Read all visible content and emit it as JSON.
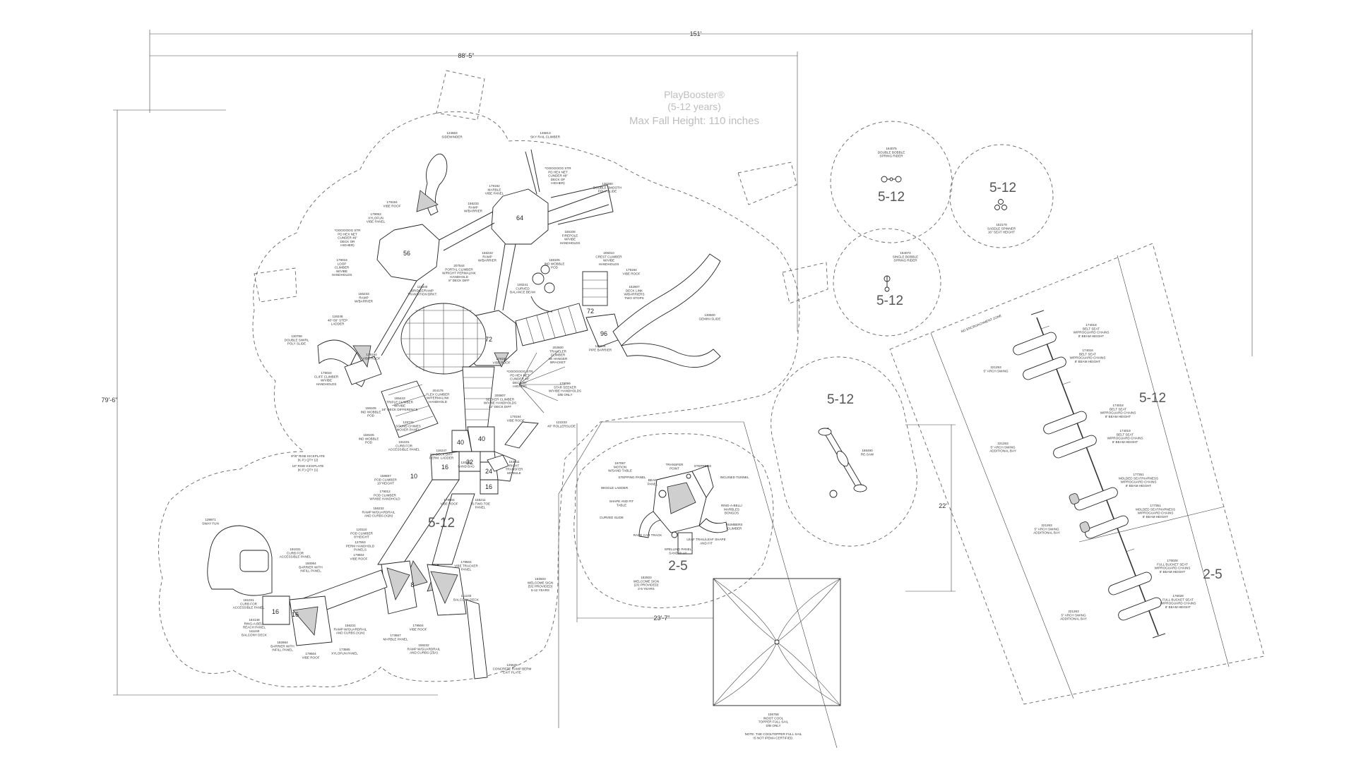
{
  "brand": {
    "name": "PlayBooster®",
    "ages": "(5-12 years)",
    "fall_height": "Max Fall Height: 110 inches"
  },
  "dimensions": {
    "overall_width": "151'",
    "structure_width": "88'-5\"",
    "overall_depth": "79'-6\"",
    "toddler_width": "23'-7\"",
    "swing_depth": "22'"
  },
  "age_zones": {
    "main": "5-12",
    "spring_double": "5-12",
    "spinner": "5-12",
    "spring_single": "5-12",
    "seesaw": "5-12",
    "toddler": "2-5",
    "swings_5_12": "5-12",
    "swings_2_5": "2-5"
  },
  "deck_heights": [
    "56",
    "64",
    "72",
    "72",
    "96",
    "40",
    "40",
    "32",
    "24",
    "16",
    "16",
    "10",
    "16",
    "8",
    "16"
  ],
  "components": {
    "sidewinder": "124663\nSIDEWINDER",
    "sky_rail": "146813\nSKY RAIL CLIMBER",
    "double_smooth_slide": "130380\nDOUBLE SMOOTH\nPOLY SLIDE",
    "vibe_panel": "179192\nMARBLE\nVIBE PANEL",
    "ramp_barrier": "156233\nRAMP\nW/BARRIER",
    "vibe_roof_a": "179194\nVIBE ROOF",
    "xylofun": "179053\nXYLOFUN\nVIBE PANEL",
    "loop_climber": "179018\nLOOP\nCLIMBER\nW/VIBE\nHANDHOLDS",
    "ramp_barrier_b": "156233\nRAMP\nW/BARRIER",
    "step_ladder": "119246\n48\"-56\" STEP\nLADDER",
    "double_swirl": "130768\nDOUBLE SWIRL\nPOLY SLIDE",
    "cliff_climber": "179024\nCLIFF CLIMBER\nW/VIBE\nHANDHOLDS",
    "triple_climber": "185443\nTRIPLE CLIMBER\nW/VIBE\n16\" DECK DIFFERENCE",
    "ind_wobble_pod": "158105\nIND WOBBLE\nPOD",
    "sound_chimes": "125731\nSOUND CHIMES\nMOVER PANEL",
    "curb_panel": "191031\nCURB FOR\nACCESSIBLE PANEL",
    "portal_climber": "207544\nPORTAL CLIMBER\nW/RIGHT PERMALINK\nHANDHOLD\n8\" DECK DIFF",
    "ramp_barrier_c": "156233\nRAMP\nW/BARRIER",
    "bridge_transition": "111340\nBRIDGE/RAMP\nTRANSITION BRKT.",
    "firepole": "165108\nFIREPOLE\nW/VIBE\nHANDHOLDS",
    "ind_wobble_pod_b": "158105\nIND WOBBLE\nPOD",
    "curved_balance": "100241\nCURVED\nBALANCE BEAM",
    "crest_climber": "205010\nCREST CLIMBER\nW/VIBE\nHANDHOLDS",
    "deck_link": "152907\nDECK LINK\nW/BARRIERS\nTWO STOPS",
    "vibe_roof_b": "179194\nVIBE ROOF",
    "gemini_slide": "130600\nGEMINI SLIDE",
    "pipe_barrier": "119244\nPIPE BARRIER",
    "traveler_climber": "202600\nTRAVELER\nCLIMBER\nW/ HANGER\nBRACKET",
    "star_seeker": "179099\nSTAR SEEKER\nW/VIBE HANDHOLDS\nD/B ONLY",
    "flex_climber": "204176\nFLEX CLIMBER\nW/PERMALINK\nHANDHOLD",
    "seeker_climber": "200807\nSEEKER CLIMBER\nW/VIBE HANDHOLDS\n32\" DECK DIFF",
    "vibe_roof_c": "179194\nVIBE ROOF",
    "rollerslide": "122233\n40\" ROLLERSLIDE",
    "deck_ramp": "116247\n24\" DECK DIFF\nPERM. LADDER",
    "sand_bag": "120861\nSAND BAG",
    "transfer_module": "153011\nRIGHT\nTRANSFER\nMODULE",
    "kickplate_a": "9\"/8\" RISE KICKPLATE\n(K.P.) QTY (2)",
    "kickplate_b": "16\" RISE KICKPLATE\n(K.P.) QTY (1)",
    "pod_climber": "158697\nPOD CLIMBER\n10\"HEIGHT",
    "pod_climber_b": "179012\nPOD CLIMBER\nW/VIBE HANDHOLD",
    "vibe_roof_d": "179504\nVIBE ROOF",
    "transfer_point": "155211\n16-TWO-TOE\nPANEL",
    "ramp_curbs": "156232\nRAMP W/GUARDRAIL\nAND CURBS (X2N)",
    "pod_climber_c": "120110\nPOD CLIMBER\n8\"HEIGHT",
    "perm_handhold": "127553\nPERM HANDHOLD\nPANELS",
    "vibe_roof_e": "179504\nVIBE ROOF",
    "swirl_fun": "139971\nSWAY FUN",
    "curb_a": "191031\nCURB FOR\nACCESSIBLE PANEL",
    "barrier_infill": "150064\nBARRIER WITH\nINFILL PANEL",
    "curb_b": "191031\nCURB FOR\nACCESSIBLE PANEL",
    "ring_a_bell": "164148\nRING-A-BELL\nREACH PANEL",
    "balcony_deck": "111240\nBALCONY DECK",
    "barrier_infill_b": "182664\nBARRIER WITH\nINFILL PANEL",
    "vibe_roof_f": "179504\nVIBE ROOF",
    "ramp_curbs_b": "156231\nRAMP W/GUARDRAIL\nAND CURBS (X1N)",
    "marble_panel": "173567\nMARBLE PANEL",
    "xylofun_b": "173565\nXYLOFUN PANEL",
    "vibe_roof_g": "179504\nVIBE ROOF",
    "ramp_curbs_c": "156232\nRAMP W/GUARDRAIL\nAND CURBS (Z5A)",
    "balcony_deck_b": "111240\nBALCONY DECK",
    "tunnel_tracker": "179504\nVIBE TRACKER\nPANEL",
    "welcome_sign": "182503\nWELCOME SIGN\n(5/2 PROVIDED)\n5-12 YEARS",
    "concrete_berm": "125525\nCONCRETE RAMP BERM\nEXIT PLATE",
    "oooo_note": "*OOOOOOG STR\nPD HEX NET\nCUNDER 46\"\nDECK OR\nHIGHER)",
    "oooo_note_b": "*OOOOOOG STR\nPD HEX NET\nCUNDER 48\"\nDECK OF\nHIGHER)",
    "oooo_note_c": "*OOOOOOG STR\nPD HEX NET\nCUNDER 44\"\nDECK OF\nHIGHER)",
    "spring_double": "164075\nDOUBLE BOBBLE\nSPRING RIDER",
    "spinner": "152179\nSADDLE SPINNER\n16\" SEAT HEIGHT",
    "spring_single": "164074\nSINGLE BOBBLE\nSPRING RIDER",
    "seesaw": "186490\nRE-SAW",
    "toddler_motion": "197057\nMOTION\nW/SAND TABLE",
    "toddler_transfer": "TRANSFER\nPOINT",
    "toddler_steppers": "STEPPERS",
    "toddler_stepping": "STEPPING PANEL",
    "toddler_bead": "BEAD\nPANEL",
    "toddler_ladder": "WIGGLE LADDER",
    "toddler_tunnel": "INCLINED TUNNEL",
    "toddler_shape": "SHAPE AND FIT\nTABLE",
    "toddler_ring": "RING-A-BELL/\nMARBLES\nBONGOS",
    "toddler_curved": "CURVED SLIDE",
    "toddler_numbers": "NUMBERS\nCLIMBER",
    "toddler_race": "RACE CAR TRACK",
    "toddler_leaf": "LEAF TRAIL/LEAF SHAPE\nAND FIT",
    "toddler_spelling": "SPELLING PANEL\nSAND PLAY",
    "toddler_welcome": "182503\nWELCOME SIGN\n(2/2 PROVIDED)\n2-5 YEARS",
    "shade": "106758\nINDOT COOL\nTOPPER FULL SAIL\nD/B ONLY",
    "shade_note": "NOTE: THE COOLTOPPER FULL SAIL\nIS NOT IPEMA CERTIFIED.",
    "swing_arch": "221253\n5\" ARCH SWING",
    "belt_seat_a": "174018\nBELT SEAT\nW/PROGUARD CHAINS\n8' BEAM HEIGHT",
    "belt_seat_b": "174018\nBELT SEAT\nW/PROGUARD CHAINS\n8' BEAM HEIGHT",
    "swing_bay": "221263\n5\" ARCH SWING\nADDITIONAL BAY",
    "belt_seat_c": "174018\nBELT SEAT\nW/PROGUARD CHAINS\n8' BEAM HEIGHT",
    "belt_seat_d": "174019\nBELT SEAT\nW/PROGUARD CHAINS\n8' BEAM HEIGHT",
    "molded_seat_a": "177351\nMOLDED SEAT/HARNESS\nW/PROGUARD CHAINS\n8' BEAM HEIGHT",
    "molded_seat_b": "177351\nMOLDED SEAT/HARNESS\nW/PROGUARD CHAINS\n8' BEAM HEIGHT",
    "swing_bay_b": "221263\n5\" ARCH SWING\nADDITIONAL BAY",
    "bucket_seat_a": "176028\nFULL BUCKET SEAT\nW/PROGUARD CHAINS\n8' BEAM HEIGHT",
    "bucket_seat_b": "176028\nFULL BUCKET SEAT\nW/PROGUARD CHAINS\n8' BEAM HEIGHT",
    "swing_bay_c": "221263\n5\" ARCH SWING\nADDITIONAL BAY",
    "noencroach": "NO ENCROACHMENT ZONE"
  },
  "colors": {
    "line": "#333333",
    "fill_grey": "#cfcfcf",
    "brand_text": "#bdbdbd"
  }
}
